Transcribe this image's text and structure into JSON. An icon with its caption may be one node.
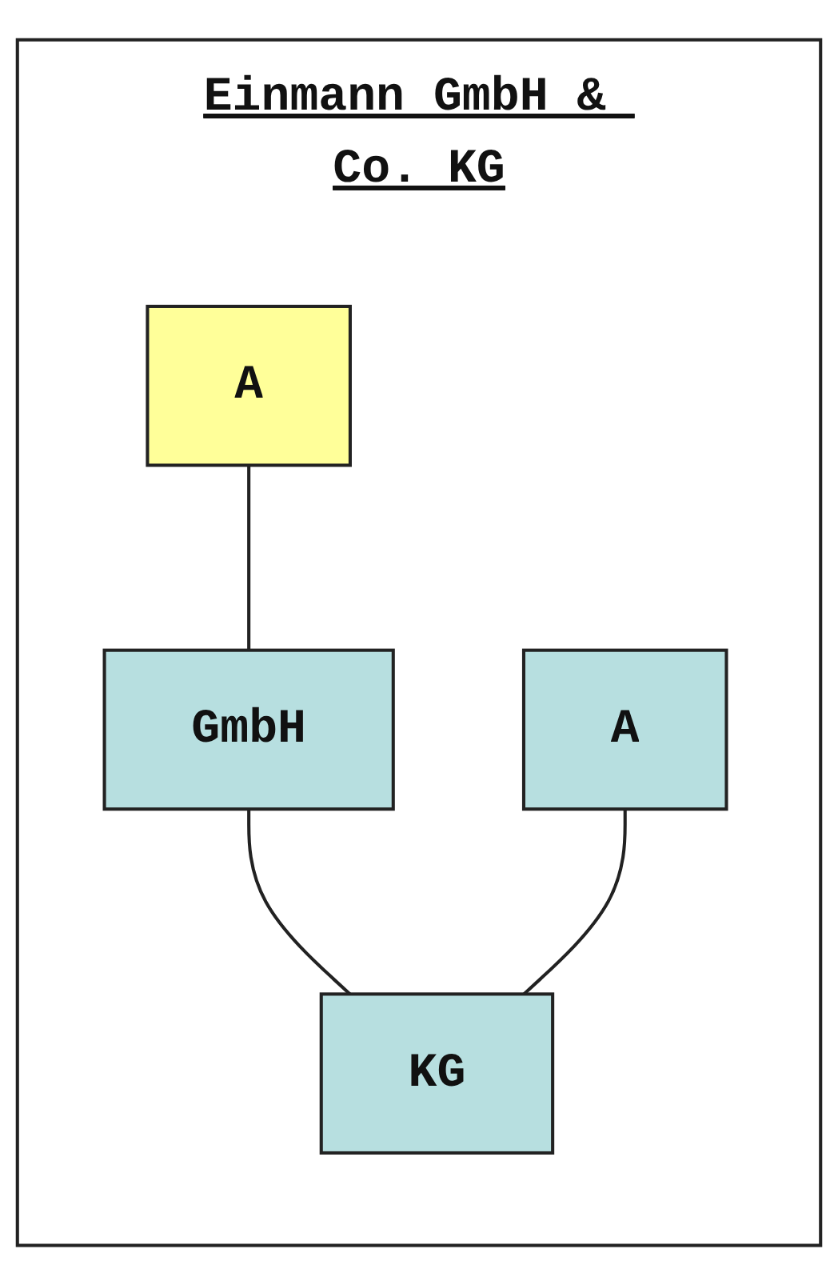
{
  "diagram": {
    "nodes": [
      {
        "text": [
          "Einmann GmbH & Co. KG"
        ]
      },
      {
        "text": [
          "A"
        ],
        "in": 0
      },
      {
        "text": [
          "GmbH"
        ],
        "in": 0
      },
      {
        "text": [
          "A"
        ],
        "in": 0
      },
      {
        "text": [
          "KG"
        ],
        "in": 0
      }
    ],
    "edges": [
      {
        "from": 1,
        "to": 2,
        "arrow": "none"
      },
      {
        "from": 2,
        "to": 4,
        "arrow": "none"
      },
      {
        "from": 3,
        "to": 4,
        "arrow": "none"
      }
    ]
  }
}
